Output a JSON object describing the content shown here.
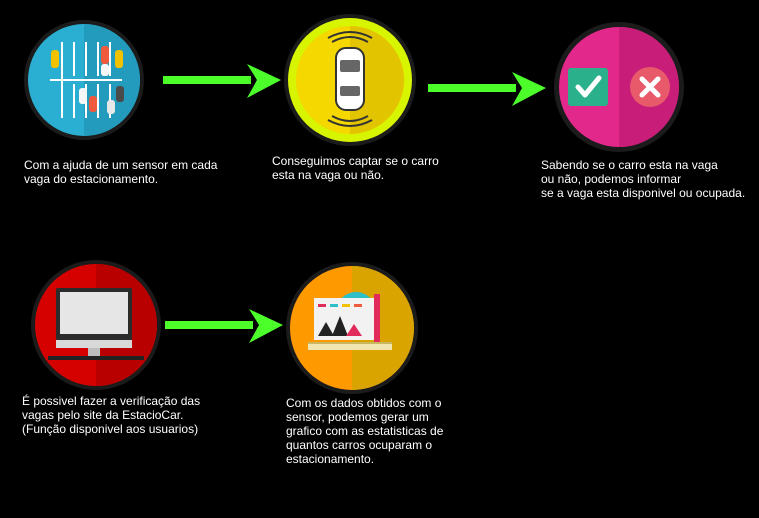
{
  "steps": [
    {
      "id": "sensor",
      "icon": "parking-lot-icon",
      "color": "#2aaed1",
      "text": "Com a ajuda de um sensor em cada\nvaga do estacionamento."
    },
    {
      "id": "capture",
      "icon": "car-sensor-icon",
      "color": "#f4d800",
      "text": "Conseguimos captar se o carro\nesta na vaga ou não."
    },
    {
      "id": "status",
      "icon": "check-cross-icon",
      "color": "#e2288a",
      "text": "Sabendo se o carro esta na vaga\nou não, podemos informar\nse a vaga esta disponivel ou ocupada."
    },
    {
      "id": "website",
      "icon": "monitor-icon",
      "color": "#d50000",
      "text": "É possivel fazer a verificação das\nvagas pelo site da EstacioCar.\n(Função disponivel aos usuarios)"
    },
    {
      "id": "statistics",
      "icon": "chart-board-icon",
      "color": "#ff9900",
      "text": "Com os dados obtidos com o\nsensor, podemos gerar um\ngrafico com as estatisticas de\nquantos carros  ocuparam o\nestacionamento."
    }
  ],
  "arrow_color": "#4cff2b"
}
